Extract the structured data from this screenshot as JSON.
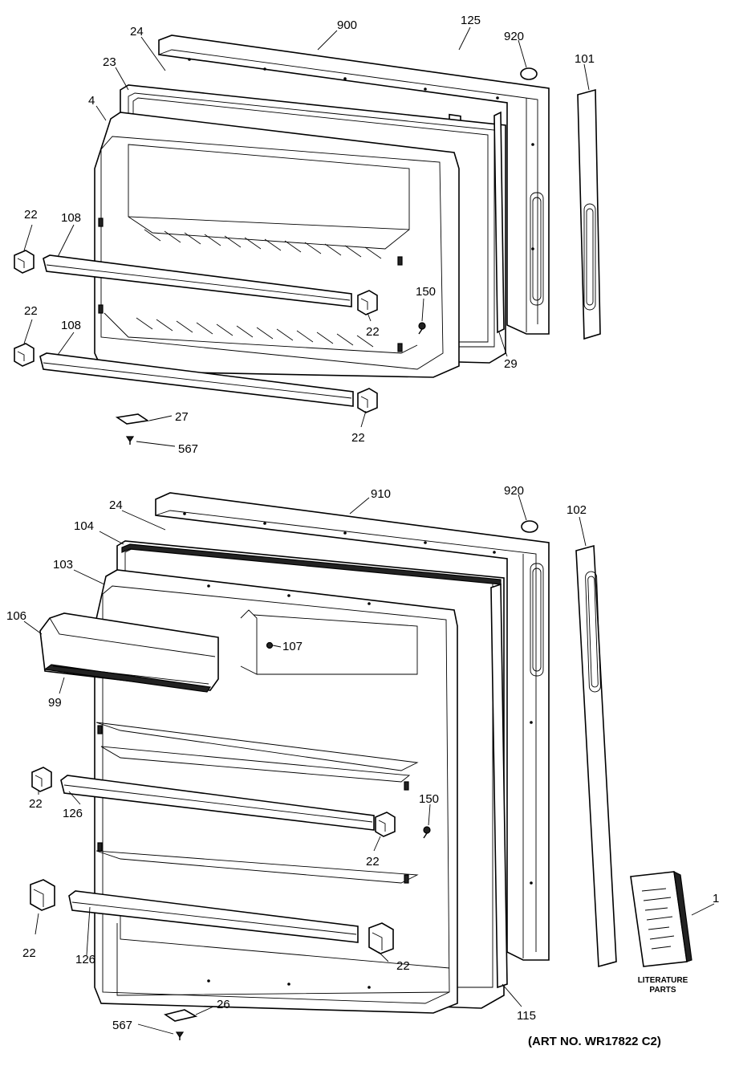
{
  "top_assembly": {
    "labels": {
      "door_900": "900",
      "p125": "125",
      "p920": "920",
      "p101": "101",
      "p24": "24",
      "p23": "23",
      "p4": "4",
      "p22_a": "22",
      "p108_a": "108",
      "p22_b": "22",
      "p108_b": "108",
      "p150": "150",
      "p22_c": "22",
      "p29": "29",
      "p27": "27",
      "p567": "567",
      "p22_d": "22"
    }
  },
  "bottom_assembly": {
    "labels": {
      "door_910": "910",
      "p920": "920",
      "p102": "102",
      "p24": "24",
      "p104": "104",
      "p103": "103",
      "p106": "106",
      "p107": "107",
      "p99": "99",
      "p22_a": "22",
      "p126_a": "126",
      "p150": "150",
      "p22_b": "22",
      "p22_c": "22",
      "p126_b": "126",
      "p22_d": "22",
      "p1": "1",
      "p115": "115",
      "p26": "26",
      "p567": "567"
    },
    "literature": {
      "line1": "LITERATURE",
      "line2": "PARTS"
    }
  },
  "caption": "(ART NO. WR17822 C2)"
}
